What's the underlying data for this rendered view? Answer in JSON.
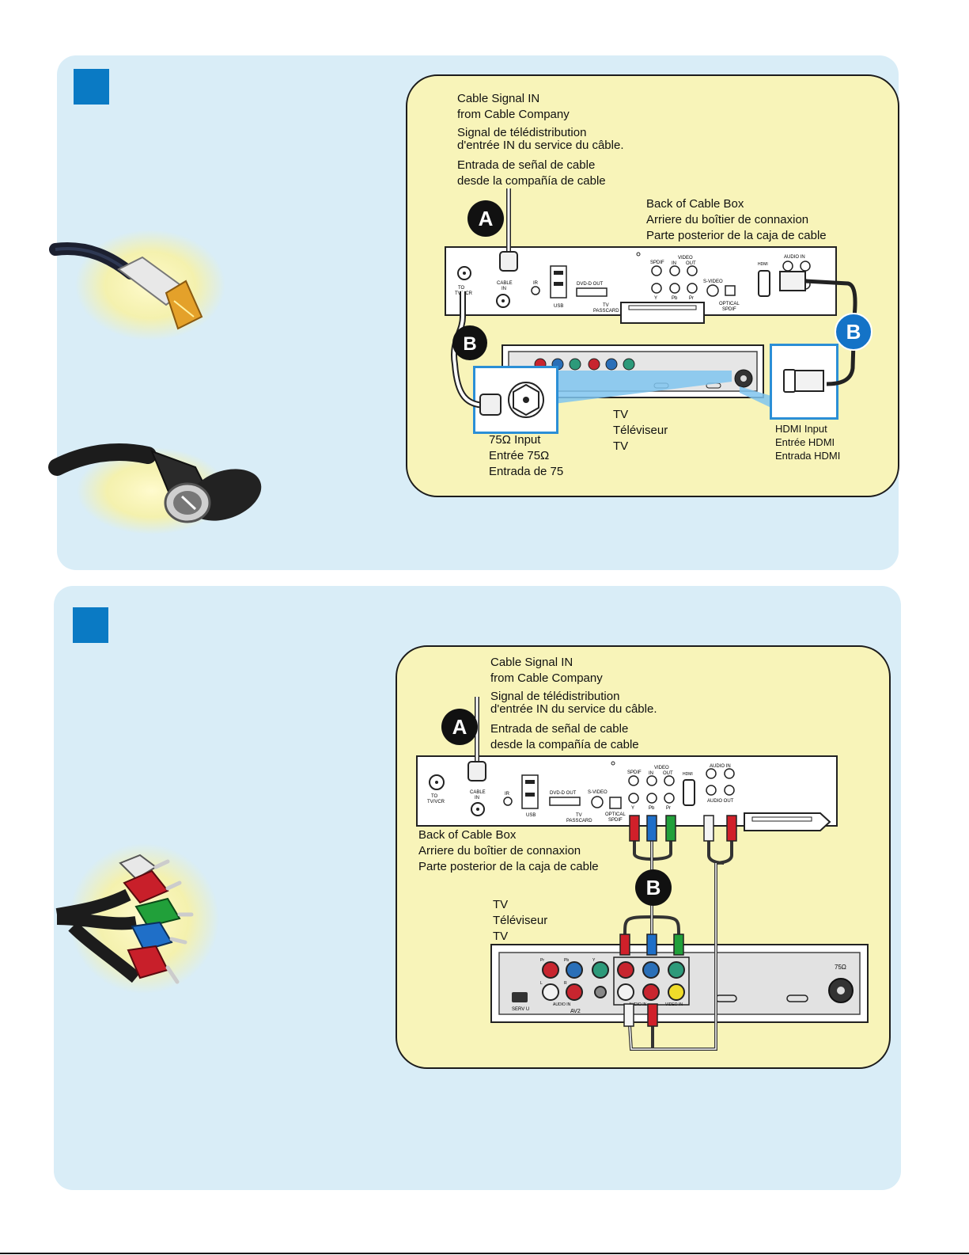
{
  "colors": {
    "panel_bg": "#d9edf7",
    "badge_blue": "#0a7ac4",
    "diagram_bg": "#f8f4b9",
    "callout_blue": "#2b8fd6",
    "rca_red": "#d0202a",
    "rca_blue": "#1f6fc8",
    "rca_green": "#21a03a"
  },
  "icons": {
    "hdmi_plug": "hdmi-cable-icon",
    "coax_plug": "coaxial-cable-icon",
    "rca_plugs": "component-rca-cable-icon"
  },
  "diagram1": {
    "cable_signal": [
      "Cable Signal IN",
      "from Cable Company"
    ],
    "signal_fr": [
      "Signal de télédistribution",
      "d'entrée IN du service du câble."
    ],
    "signal_es": [
      "Entrada de señal de cable",
      "desde la compañía de cable"
    ],
    "back_of_box": [
      "Back of Cable Box",
      "Arriere du boîtier de connaxion",
      "Parte posterior de la caja de cable"
    ],
    "tv": [
      "TV",
      "Téléviseur",
      "TV"
    ],
    "input_75": [
      "75Ω Input",
      "Entrée 75Ω",
      "Entrada de 75"
    ],
    "hdmi_input": [
      "HDMI Input",
      "Entrée HDMI",
      "Entrada HDMI"
    ],
    "marker_a": "A",
    "marker_b": "B",
    "box_labels": {
      "to_tv": "TO",
      "tvvcr": "TV/VCR",
      "cable": "CABLE",
      "in": "IN",
      "ir": "IR",
      "usb": "USB",
      "dvd": "DVD-D OUT",
      "tv_pass": "TV",
      "passcard": "PASSCARD",
      "spdif": "SPDIF",
      "video": "VIDEO",
      "vin": "IN",
      "vout": "OUT",
      "svideo": "S-VIDEO",
      "optical": "OPTICAL",
      "spdif2": "SPDIF",
      "hdmi": "HDMI",
      "audio_in": "AUDIO IN",
      "y": "Y",
      "pb": "Pb",
      "pr": "Pr"
    }
  },
  "diagram2": {
    "cable_signal": [
      "Cable Signal IN",
      "from Cable Company"
    ],
    "signal_fr": [
      "Signal de télédistribution",
      "d'entrée IN du service du câble."
    ],
    "signal_es": [
      "Entrada de señal de cable",
      "desde la compañía de cable"
    ],
    "back_of_box": [
      "Back of Cable Box",
      "Arriere du boîtier de connaxion",
      "Parte posterior de la caja de cable"
    ],
    "tv": [
      "TV",
      "Téléviseur",
      "TV"
    ],
    "marker_a": "A",
    "marker_b": "B",
    "box_labels": {
      "to_tv": "TO",
      "tvvcr": "TV/VCR",
      "cable": "CABLE",
      "in": "IN",
      "ir": "IR",
      "usb": "USB",
      "dvd": "DVD-D OUT",
      "tv_pass": "TV",
      "passcard": "PASSCARD",
      "svideo": "S-VIDEO",
      "optical": "OPTICAL",
      "spdif2": "SPDIF",
      "spdif": "SPDIF",
      "video": "VIDEO",
      "vin": "IN",
      "vout": "OUT",
      "hdmi": "HDMI",
      "audio_in": "AUDIO IN",
      "audio_out": "AUDIO OUT",
      "y": "Y",
      "pb": "Pb",
      "pr": "Pr"
    },
    "tv_labels": {
      "serv": "SERV U",
      "av2": "AV2",
      "audio_in_left": "AUDIO IN",
      "audio_in_right": "AUDIO IN",
      "video_in": "VIDEO IN",
      "ohm": "75Ω",
      "pr": "Pr",
      "pb": "Pb",
      "y": "Y",
      "l": "L",
      "r": "R"
    }
  }
}
